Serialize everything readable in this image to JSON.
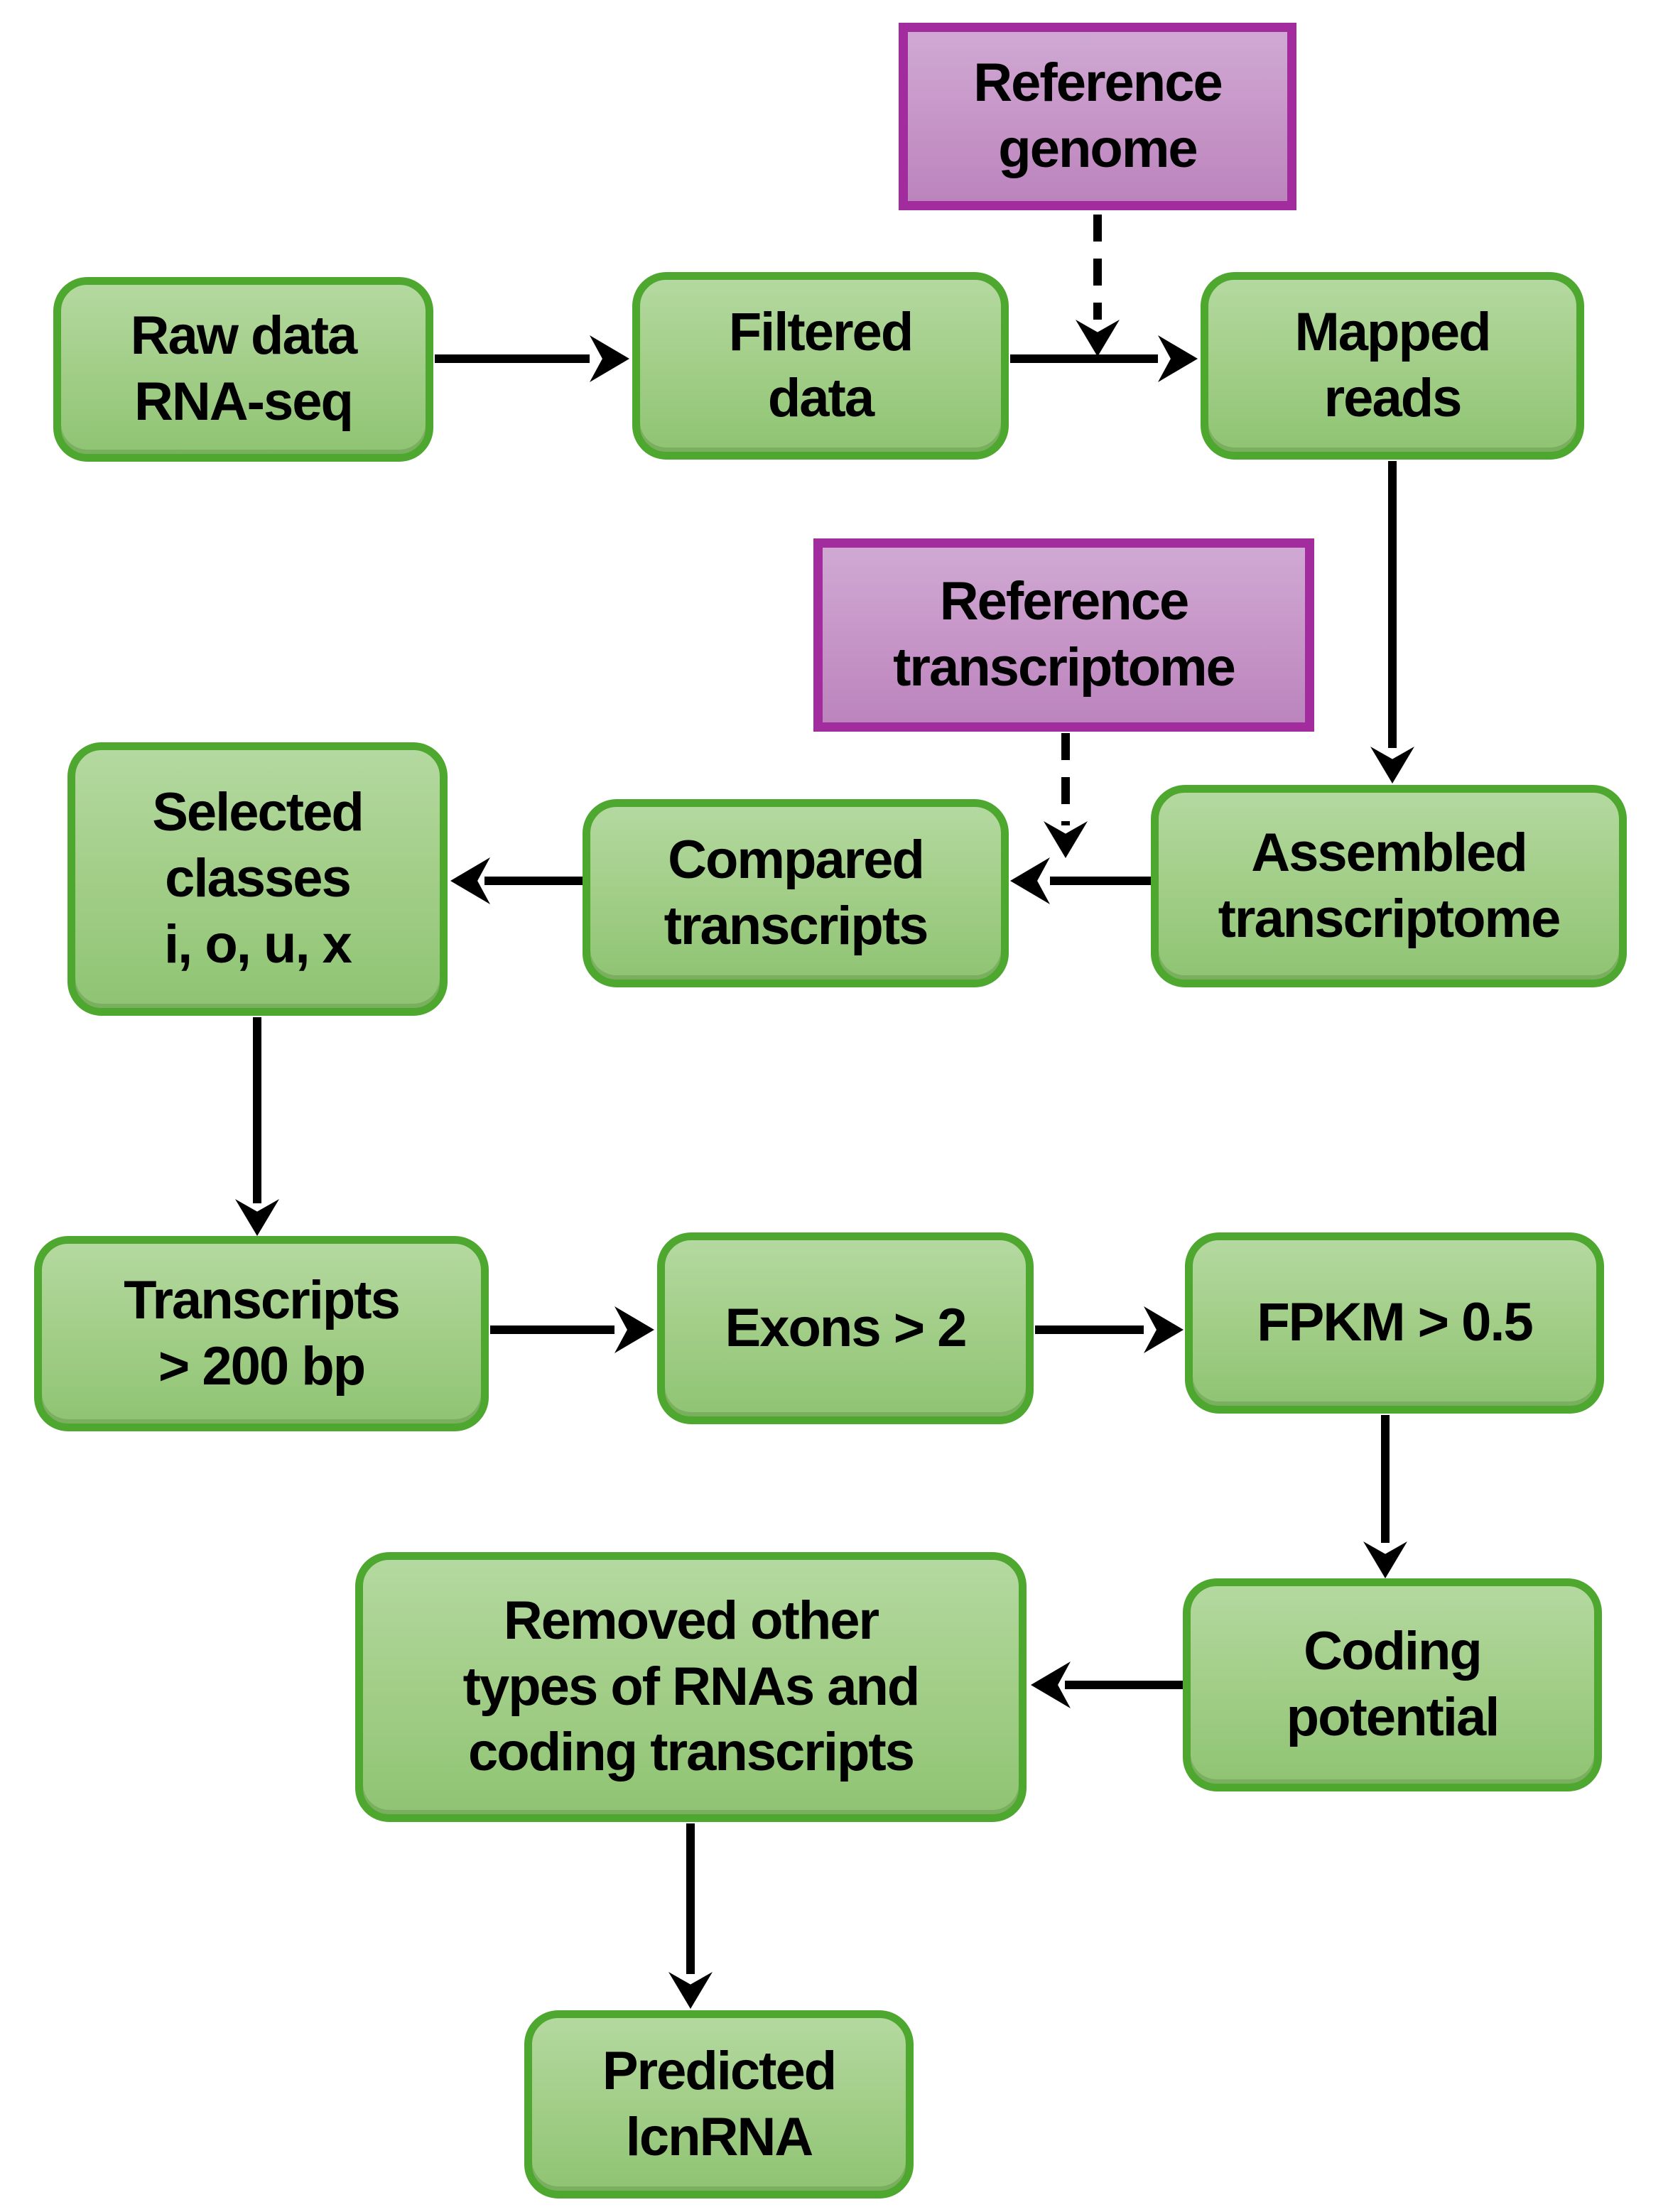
{
  "figure": {
    "type": "flowchart",
    "description": "RNA-seq lncRNA prediction pipeline flowchart",
    "background": "#ffffff"
  },
  "colors": {
    "process_border": "#4ea72e",
    "process_fill_top": "#b4d9a0",
    "process_fill_bottom": "#8fc473",
    "reference_border": "#a22b9d",
    "reference_fill_top": "#cfa9d3",
    "reference_fill_bottom": "#bb84bd",
    "arrow": "#000000",
    "text": "#000000"
  },
  "nodes": {
    "reference_genome": {
      "label": "Reference\ngenome",
      "kind": "reference"
    },
    "raw_data": {
      "label": "Raw data\nRNA-seq",
      "kind": "process"
    },
    "filtered_data": {
      "label": "Filtered\ndata",
      "kind": "process"
    },
    "mapped_reads": {
      "label": "Mapped\nreads",
      "kind": "process"
    },
    "reference_transcriptome": {
      "label": "Reference\ntranscriptome",
      "kind": "reference"
    },
    "selected_classes": {
      "label": "Selected\nclasses\ni, o, u, x",
      "kind": "process"
    },
    "compared_transcripts": {
      "label": "Compared\ntranscripts",
      "kind": "process"
    },
    "assembled_transcriptome": {
      "label": "Assembled\ntranscriptome",
      "kind": "process"
    },
    "transcripts_length": {
      "label": "Transcripts\n> 200 bp",
      "kind": "process"
    },
    "exons": {
      "label": "Exons > 2",
      "kind": "process"
    },
    "fpkm": {
      "label": "FPKM > 0.5",
      "kind": "process"
    },
    "coding_potential": {
      "label": "Coding\npotential",
      "kind": "process"
    },
    "removed_other": {
      "label": "Removed other\ntypes of RNAs and\ncoding transcripts",
      "kind": "process"
    },
    "predicted_lcnrna": {
      "label": "Predicted\nlcnRNA",
      "kind": "process"
    }
  },
  "edges": [
    {
      "from": "raw_data",
      "to": "filtered_data",
      "style": "solid"
    },
    {
      "from": "reference_genome",
      "to": "mapped_reads",
      "style": "dashed"
    },
    {
      "from": "filtered_data",
      "to": "mapped_reads",
      "style": "solid"
    },
    {
      "from": "mapped_reads",
      "to": "assembled_transcriptome",
      "style": "solid"
    },
    {
      "from": "reference_transcriptome",
      "to": "compared_transcripts",
      "style": "dashed"
    },
    {
      "from": "assembled_transcriptome",
      "to": "compared_transcripts",
      "style": "solid"
    },
    {
      "from": "compared_transcripts",
      "to": "selected_classes",
      "style": "solid"
    },
    {
      "from": "selected_classes",
      "to": "transcripts_length",
      "style": "solid"
    },
    {
      "from": "transcripts_length",
      "to": "exons",
      "style": "solid"
    },
    {
      "from": "exons",
      "to": "fpkm",
      "style": "solid"
    },
    {
      "from": "fpkm",
      "to": "coding_potential",
      "style": "solid"
    },
    {
      "from": "coding_potential",
      "to": "removed_other",
      "style": "solid"
    },
    {
      "from": "removed_other",
      "to": "predicted_lcnrna",
      "style": "solid"
    }
  ]
}
